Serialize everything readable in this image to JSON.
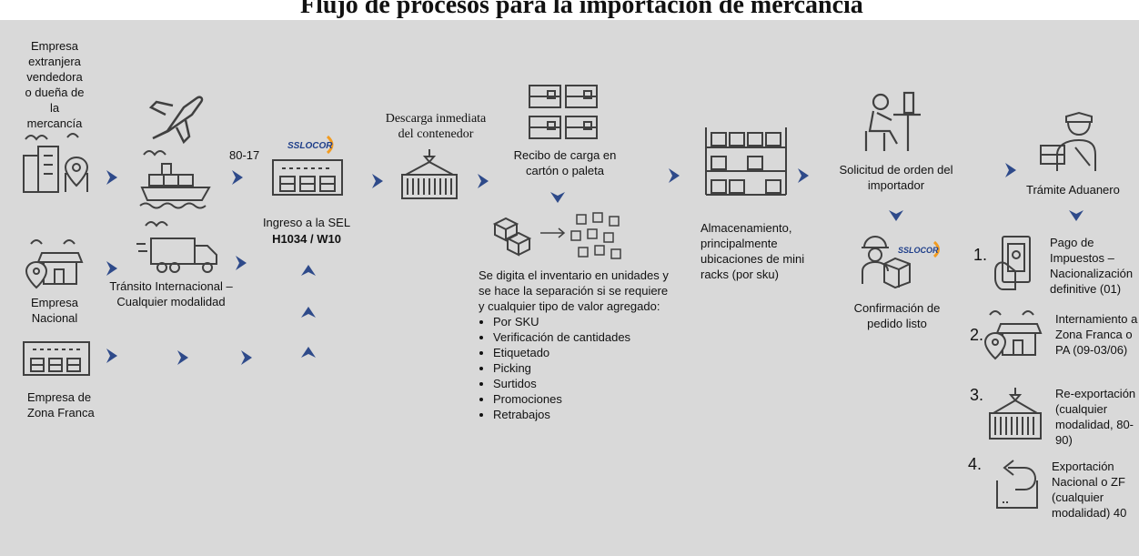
{
  "title": "Flujo de procesos para la importación de mercancía",
  "colors": {
    "background": "#d9d9d9",
    "arrow": "#2e4a8a",
    "icon": "#404040",
    "logo_blue": "#1f3f8a",
    "logo_orange": "#f29b1f"
  },
  "origin": {
    "foreign": "Empresa extranjera vendedora o dueña de la mercancía",
    "national": "Empresa Nacional",
    "free_zone": "Empresa de Zona Franca"
  },
  "transit": {
    "label": "Tránsito Internacional – Cualquier modalidad",
    "code": "80-17"
  },
  "logo": "SSLOCOR",
  "sel": {
    "label": "Ingreso a la SEL",
    "code": "H1034 / W10"
  },
  "unload": "Descarga inmediata del contenedor",
  "receipt": "Recibo de carga en cartón o paleta",
  "inventory": {
    "intro": "Se digita el inventario en unidades y se hace la separación si se requiere y cualquier tipo de valor agregado:",
    "items": [
      "Por SKU",
      "Verificación de cantidades",
      "Etiquetado",
      "Picking",
      "Surtidos",
      "Promociones",
      "Retrabajos"
    ]
  },
  "storage": "Almacenamiento, principalmente ubicaciones de mini racks (por sku)",
  "order_request": "Solicitud de orden del importador",
  "order_ready": "Confirmación de pedido listo",
  "customs": "Trámite Aduanero",
  "options": [
    {
      "num": "1.",
      "text": "Pago de Impuestos – Nacionalización definitive (01)"
    },
    {
      "num": "2.",
      "text": "Internamiento a Zona Franca o PA (09-03/06)"
    },
    {
      "num": "3.",
      "text": "Re-exportación (cualquier modalidad, 80-90)"
    },
    {
      "num": "4.",
      "text": "Exportación Nacional o ZF (cualquier modalidad) 40"
    }
  ]
}
